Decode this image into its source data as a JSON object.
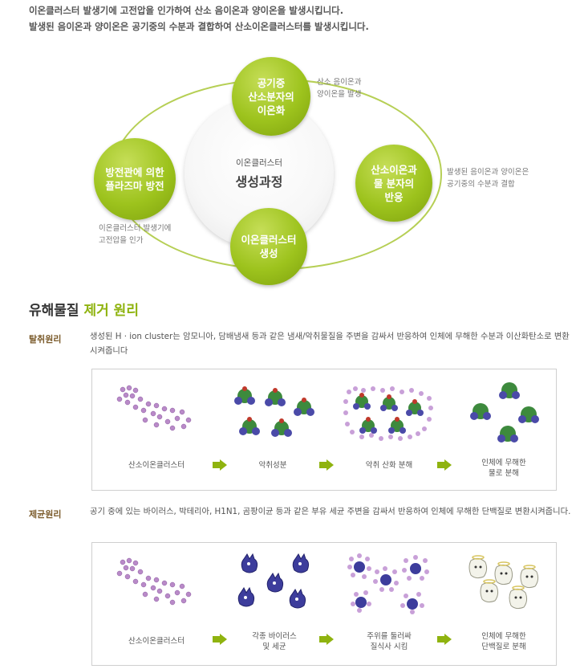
{
  "intro": {
    "line1": "이온클러스터 발생기에 고전압을 인가하여 산소 음이온과 양이온을 발생시킵니다.",
    "line2": "발생된 음이온과 양이온은 공기중의 수분과 결합하여 산소이온클러스터를 발생시킵니다."
  },
  "cycle": {
    "center_sub": "이온클러스터",
    "center_main": "생성과정",
    "nodes": {
      "top": "공기중\n산소분자의\n이온화",
      "right": "산소이온과\n물 분자의\n반응",
      "bottom": "이온클러스터\n생성",
      "left": "방전관에 의한\n플라즈마 방전"
    },
    "notes": {
      "top": "산소 음이온과\n양이온을 발생",
      "right": "발생된 음이온과 양이온은\n공기중의 수분과 결합",
      "left": "이온클러스터 발생기에\n고전압을 인가"
    }
  },
  "section": {
    "title_prefix": "유해물질",
    "title_highlight": "제거 원리"
  },
  "deodorize": {
    "label": "탈취원리",
    "desc": "생성된 H · ion cluster는 암모니아, 담배냄새 등과 같은 냄새/악취물질을 주변을 감싸서 반응하여 인체에 무해한 수분과 이산화탄소로 변환시켜줍니다",
    "steps": [
      "산소이온클러스터",
      "악취성분",
      "악취 산화 분해",
      "인체에 무해한\n물로 분해"
    ]
  },
  "sterilize": {
    "label": "제균원리",
    "desc": "공기 중에 있는 바이러스, 박테리아, H1N1, 곰팡이균 등과 같은 부유 세균 주변을 감싸서 반응하여 인체에 무해한 단백질로 변환시켜줍니다.",
    "steps": [
      "산소이온클러스터",
      "각종 바이러스\n및 세균",
      "주위를 둘러싸\n질식사 시킴",
      "인체에 무해한\n단백질로 분해"
    ]
  },
  "colors": {
    "accent": "#8fb30f",
    "node_green": "#9dc31d",
    "cluster_purple": "#b98ac8",
    "molecule_blue": "#4a4aa8",
    "molecule_red": "#c0392b",
    "molecule_green": "#3d8a3d",
    "virus_blue": "#3d3d9c"
  }
}
